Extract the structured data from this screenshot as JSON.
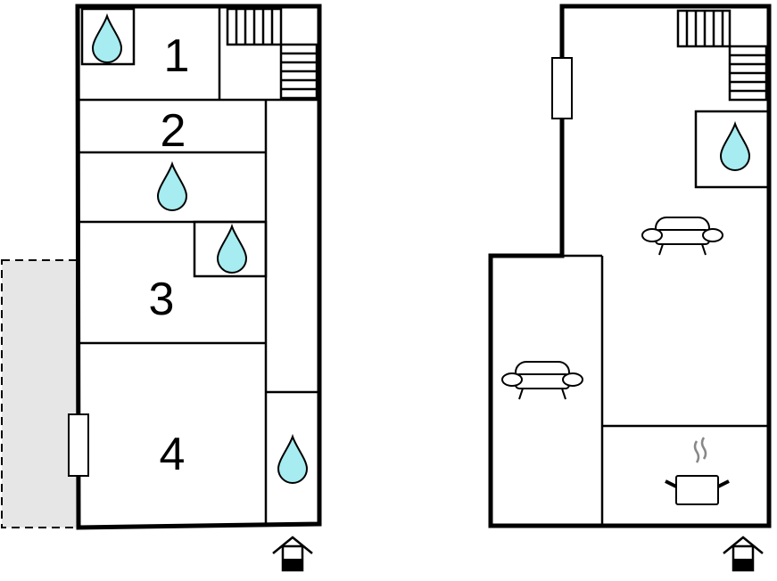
{
  "floor_plan": {
    "ground_floor": {
      "rooms": [
        {
          "label": "1"
        },
        {
          "label": "2"
        },
        {
          "label": "3"
        },
        {
          "label": "4"
        }
      ],
      "icons": [
        "bathroom-drop-icon",
        "stairs-icon",
        "window-icon",
        "terrace-area",
        "entrance-icon"
      ]
    },
    "upper_floor": {
      "icons": [
        "stairs-icon",
        "window-icon",
        "bathroom-drop-icon",
        "sofa-icon",
        "sofa-icon",
        "kitchen-pot-icon",
        "entrance-icon"
      ]
    },
    "colors": {
      "water": "#a6ecf0",
      "terrace": "#e6e6e6",
      "wall": "#000000"
    }
  }
}
